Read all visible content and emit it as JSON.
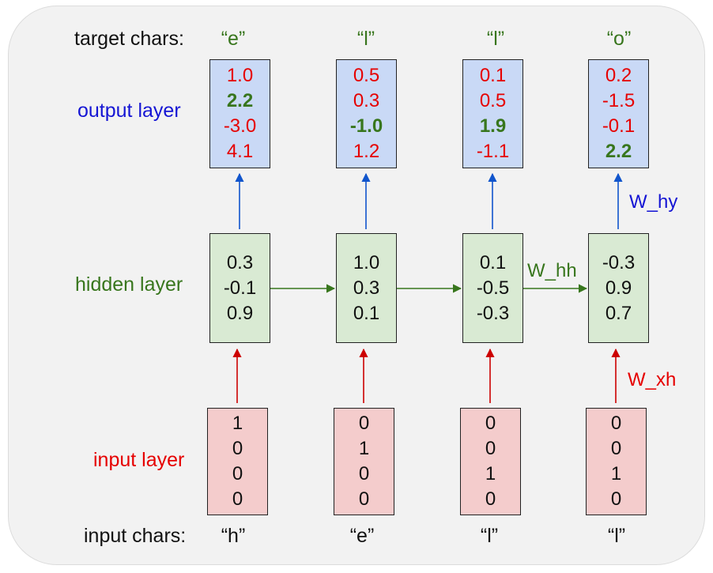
{
  "labels": {
    "target_chars": "target chars:",
    "input_chars": "input chars:",
    "output_layer": "output layer",
    "hidden_layer": "hidden layer",
    "input_layer": "input layer"
  },
  "weights": {
    "w_hy": "W_hy",
    "w_hh": "W_hh",
    "w_xh": "W_xh"
  },
  "target_chars": [
    "“e”",
    "“l”",
    "“l”",
    "“o”"
  ],
  "input_chars": [
    "“h”",
    "“e”",
    "“l”",
    "“l”"
  ],
  "output_vectors": [
    [
      "1.0",
      "2.2",
      "-3.0",
      "4.1"
    ],
    [
      "0.5",
      "0.3",
      "-1.0",
      "1.2"
    ],
    [
      "0.1",
      "0.5",
      "1.9",
      "-1.1"
    ],
    [
      "0.2",
      "-1.5",
      "-0.1",
      "2.2"
    ]
  ],
  "output_highlight_index": [
    1,
    2,
    2,
    3
  ],
  "hidden_vectors": [
    [
      "0.3",
      "-0.1",
      "0.9"
    ],
    [
      "1.0",
      "0.3",
      "0.1"
    ],
    [
      "0.1",
      "-0.5",
      "-0.3"
    ],
    [
      "-0.3",
      "0.9",
      "0.7"
    ]
  ],
  "input_vectors": [
    [
      "1",
      "0",
      "0",
      "0"
    ],
    [
      "0",
      "1",
      "0",
      "0"
    ],
    [
      "0",
      "0",
      "1",
      "0"
    ],
    [
      "0",
      "0",
      "1",
      "0"
    ]
  ],
  "colors": {
    "output_label": "#1515d4",
    "hidden_label": "#38761d",
    "input_label": "#e60000",
    "arrow_output": "#1155cc",
    "arrow_hidden": "#38761d",
    "arrow_input": "#cc0000",
    "weight_hy": "#1515d4",
    "weight_hh": "#38761d",
    "weight_xh": "#e60000"
  }
}
